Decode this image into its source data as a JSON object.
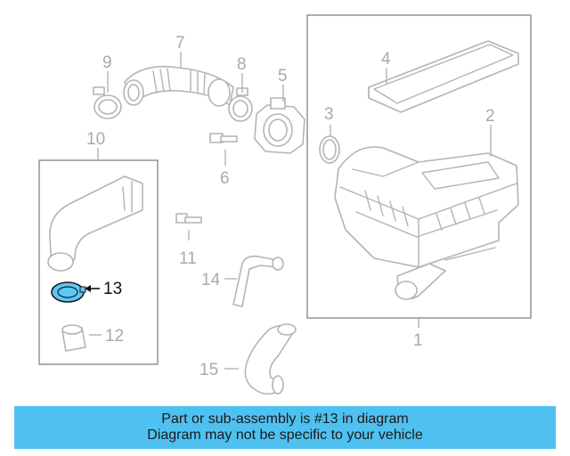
{
  "diagram": {
    "callouts": {
      "c1": "1",
      "c2": "2",
      "c3": "3",
      "c4": "4",
      "c5": "5",
      "c6": "6",
      "c7": "7",
      "c8": "8",
      "c9": "9",
      "c10": "10",
      "c11": "11",
      "c12": "12",
      "c13": "13",
      "c14": "14",
      "c15": "15"
    },
    "highlight_part": "13",
    "highlight_color": "#5bc8f5",
    "banner_color": "#4fc1f0"
  },
  "banner": {
    "line1": "Part or sub-assembly is #13 in diagram",
    "line2": "Diagram may not be specific to your vehicle"
  }
}
